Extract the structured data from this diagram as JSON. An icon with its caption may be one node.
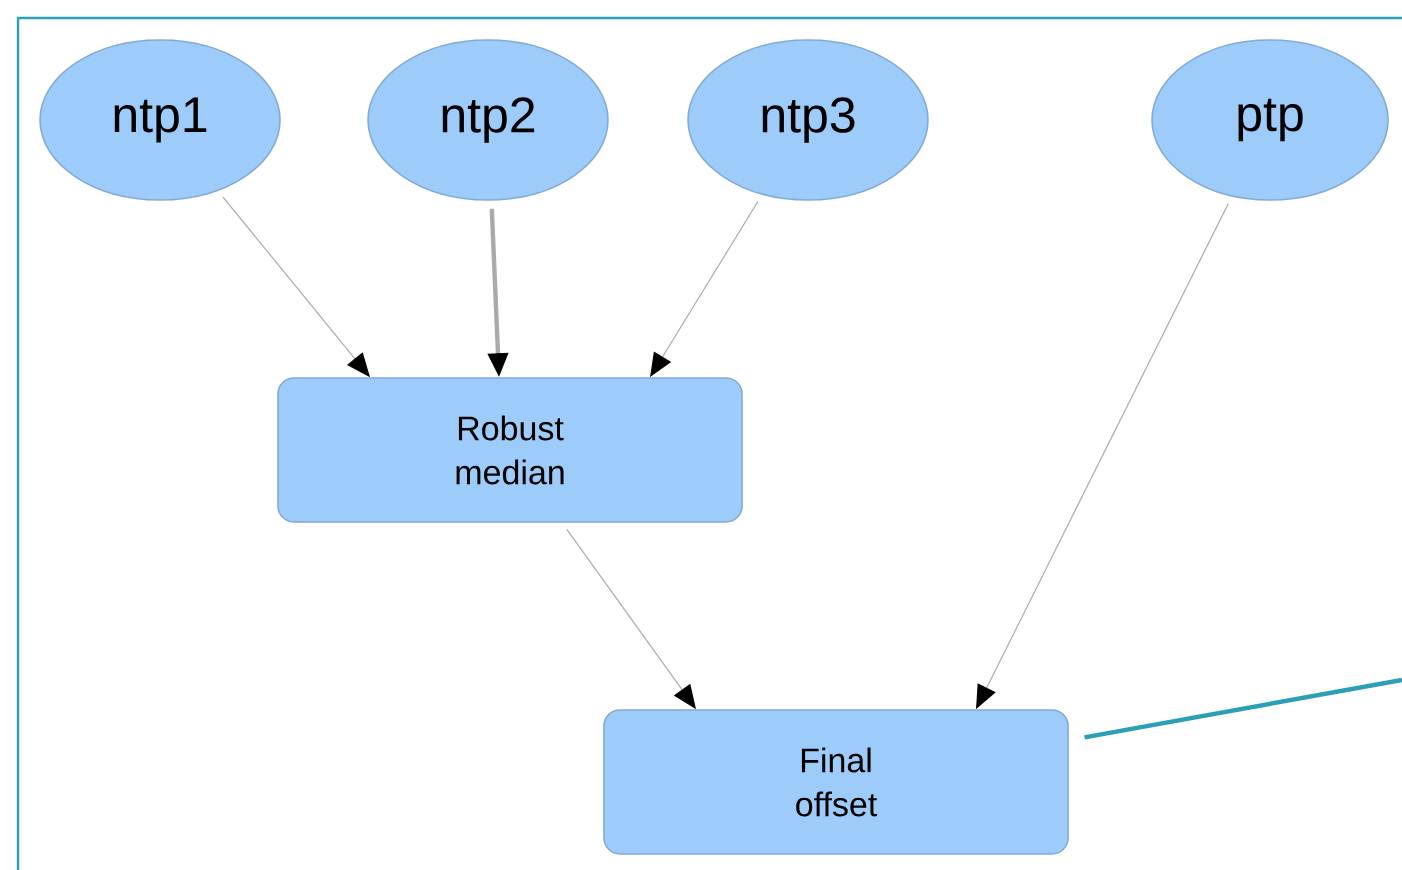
{
  "diagram": {
    "nodes": [
      {
        "text": [
          "ntp1"
        ]
      },
      {
        "text": [
          "ntp2"
        ]
      },
      {
        "text": [
          "ntp3"
        ]
      },
      {
        "text": [
          "ptp"
        ]
      },
      {
        "text": [
          "Robust median"
        ]
      },
      {
        "text": [
          "Final offset"
        ]
      }
    ],
    "edges": [
      {
        "from": 0,
        "to": 4,
        "arrow": "to"
      },
      {
        "from": 1,
        "to": 4,
        "arrow": "to",
        "style": "thick"
      },
      {
        "from": 2,
        "to": 4,
        "arrow": "to"
      },
      {
        "from": 4,
        "to": 5,
        "arrow": "to"
      },
      {
        "from": 3,
        "to": 5,
        "arrow": "to"
      },
      {
        "from": 5,
        "to": null,
        "arrow": "none",
        "style": "thick",
        "color": "#2a9fb5"
      }
    ]
  }
}
